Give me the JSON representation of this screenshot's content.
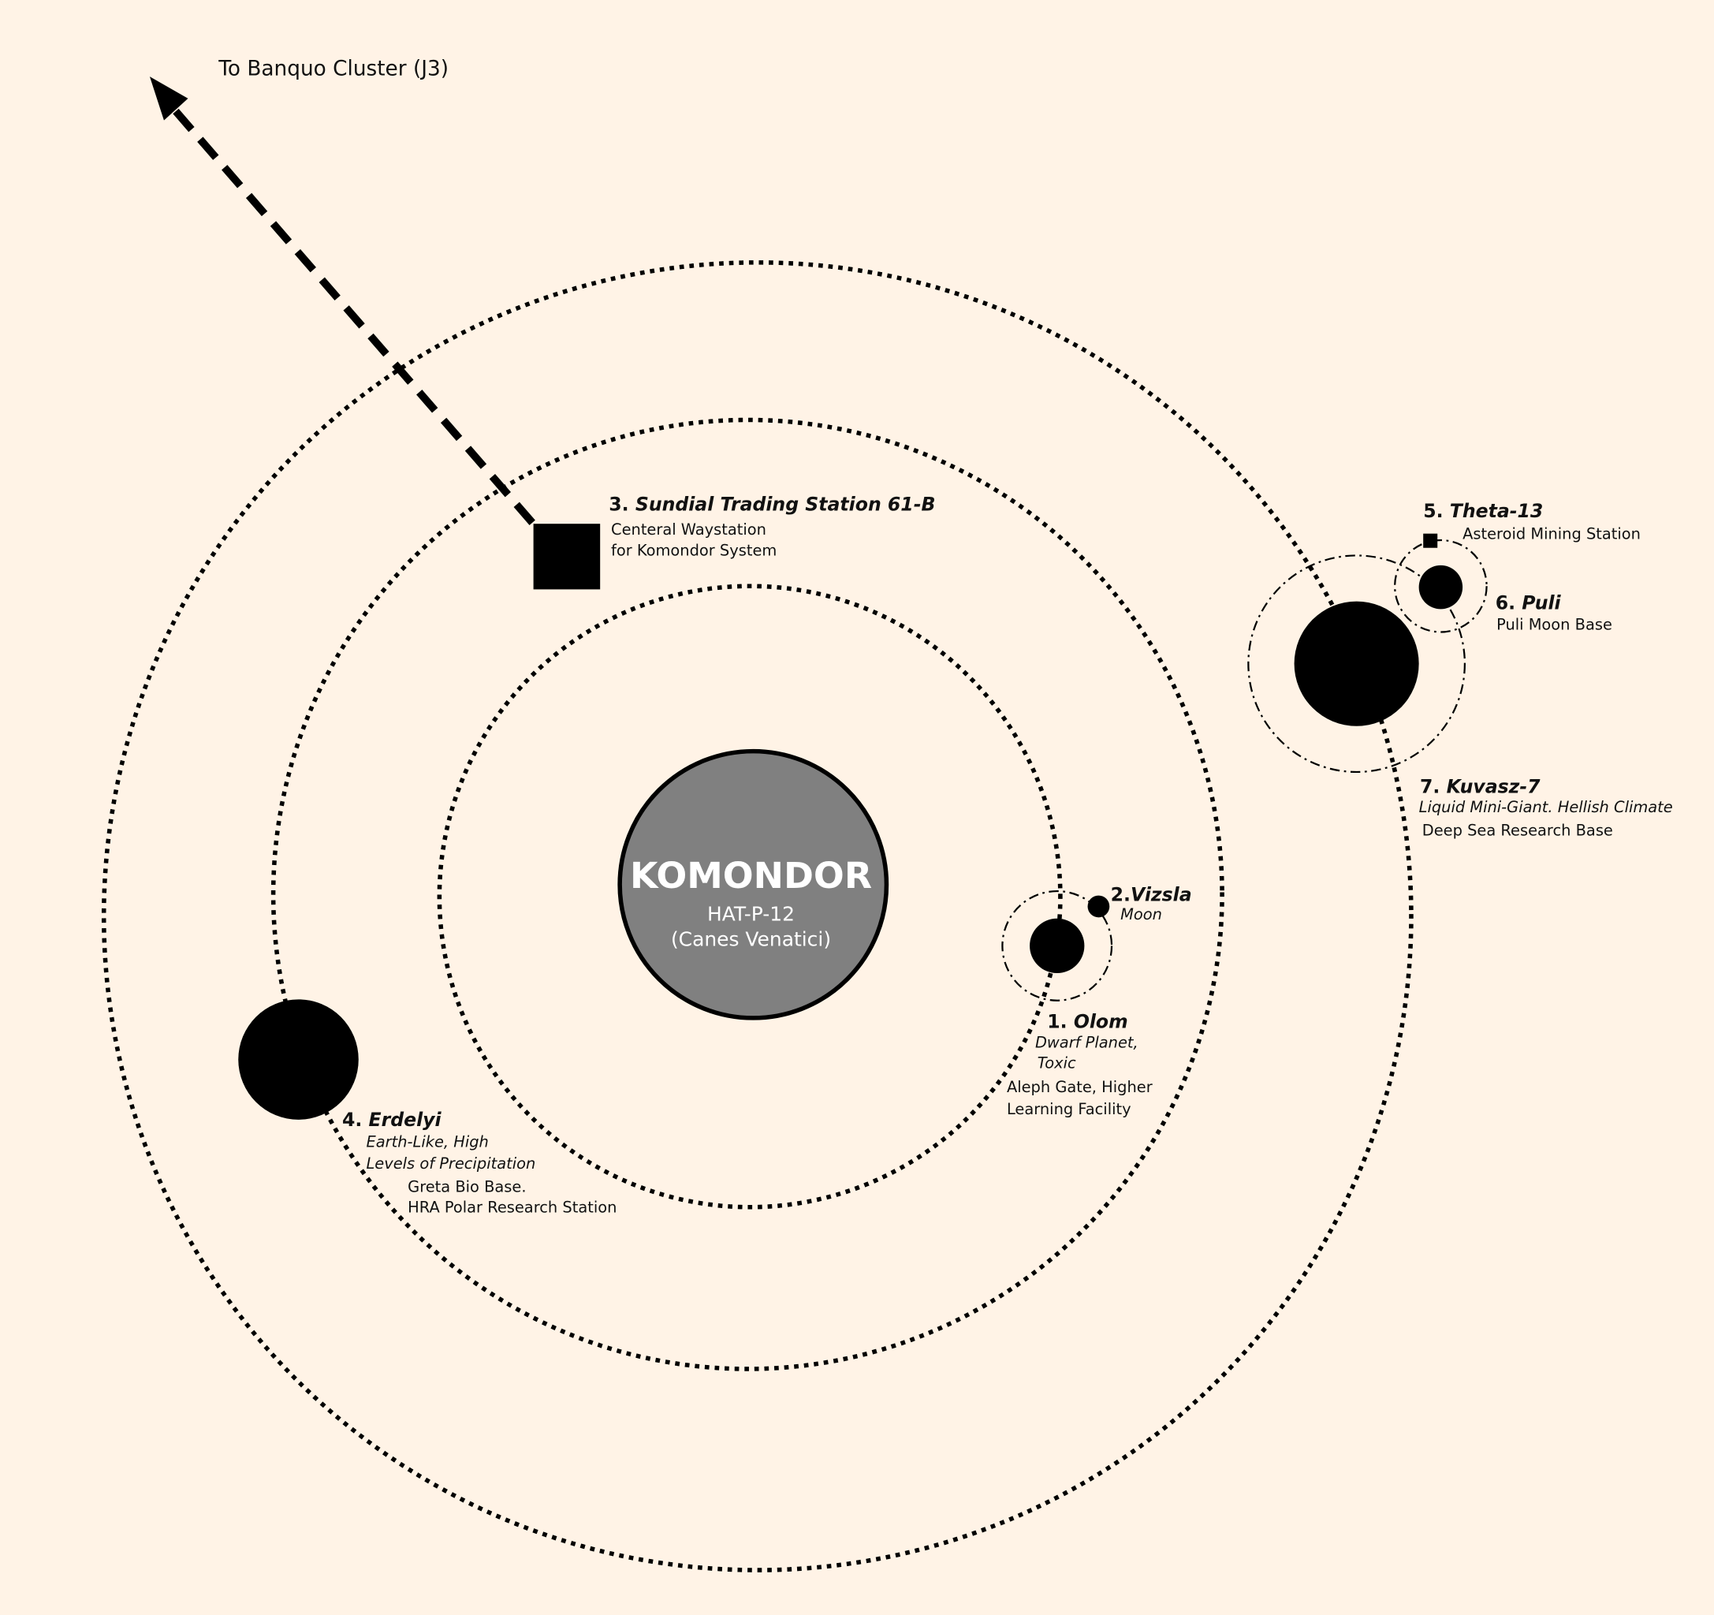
{
  "direction": {
    "label": "To Banquo Cluster (J3)"
  },
  "star": {
    "name": "KOMONDOR",
    "designation": "HAT-P-12",
    "constellation": "(Canes Venatici)",
    "fill": "#808080"
  },
  "background": "#fff3e6",
  "bodies": [
    {
      "num": "1.",
      "name": "Olom",
      "desc": [
        "Dwarf Planet,",
        "Toxic"
      ],
      "facility": [
        "Aleph Gate, Higher",
        "Learning Facility"
      ]
    },
    {
      "num": "2.",
      "name": "Vizsla",
      "desc": [
        "Moon"
      ]
    },
    {
      "num": "3.",
      "name": "Sundial Trading Station 61-B",
      "facility": [
        "Centeral Waystation",
        "for Komondor System"
      ]
    },
    {
      "num": "4.",
      "name": "Erdelyi",
      "desc": [
        "Earth-Like, High",
        "Levels of Precipitation"
      ],
      "facility": [
        "Greta Bio Base.",
        "HRA Polar Research Station"
      ]
    },
    {
      "num": "5.",
      "name": "Theta-13",
      "facility": [
        "Asteroid Mining Station"
      ]
    },
    {
      "num": "6.",
      "name": "Puli",
      "facility": [
        "Puli Moon Base"
      ]
    },
    {
      "num": "7.",
      "name": "Kuvasz-7",
      "desc": [
        "Liquid Mini-Giant. Hellish Climate"
      ],
      "facility": [
        "Deep Sea Research Base"
      ]
    }
  ]
}
